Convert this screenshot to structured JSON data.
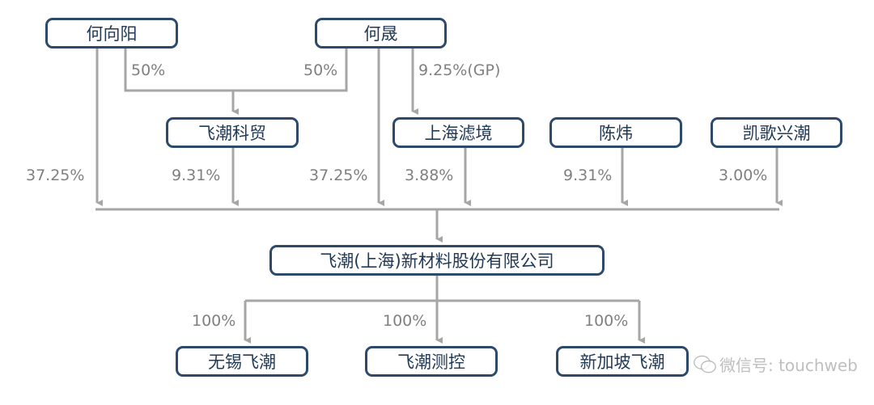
{
  "shareholders": {
    "he_xiangyang": "何向阳",
    "he_sheng": "何晟",
    "feichao_kemao": "飞潮科贸",
    "shanghai_lvjing": "上海滤境",
    "chen_wei": "陈炜",
    "kaige_xingchao": "凯歌兴潮"
  },
  "company": "飞潮(上海)新材料股份有限公司",
  "subsidiaries": [
    "无锡飞潮",
    "飞潮测控",
    "新加坡飞潮"
  ],
  "stakes": {
    "xiangyang_to_kemao": "50%",
    "sheng_to_kemao": "50%",
    "sheng_to_lvjing": "9.25%(GP)",
    "xiangyang_direct": "37.25%",
    "kemao": "9.31%",
    "sheng_direct": "37.25%",
    "lvjing": "3.88%",
    "chenwei": "9.31%",
    "kaige": "3.00%",
    "sub1": "100%",
    "sub2": "100%",
    "sub3": "100%"
  },
  "watermark": "微信号: touchweb",
  "colors": {
    "border": "#2d4a6b",
    "line": "#a6a6a6",
    "text": "#233a56"
  }
}
